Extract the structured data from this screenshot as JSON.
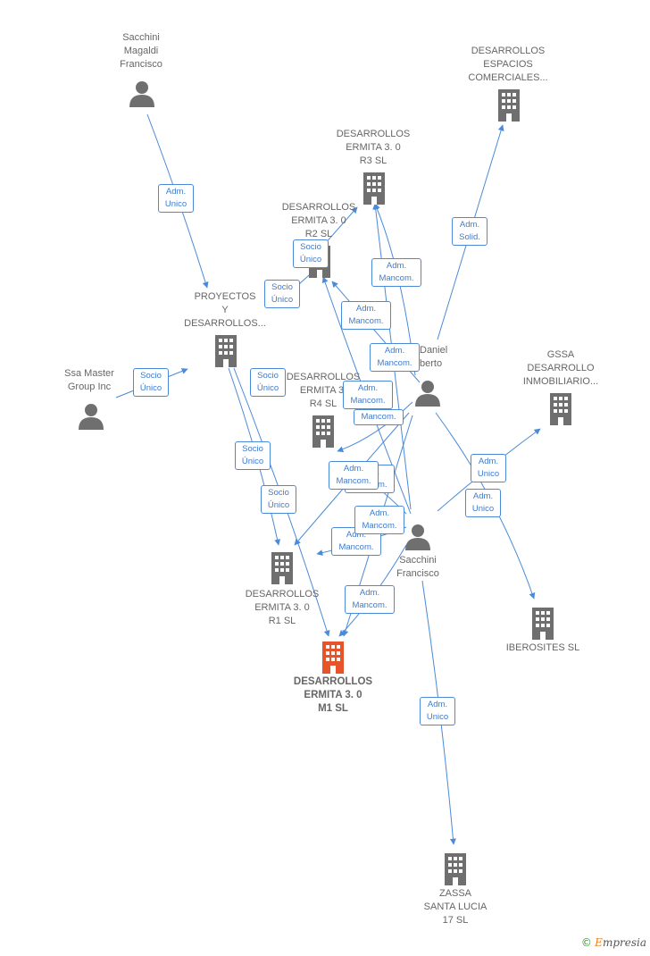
{
  "colors": {
    "edge": "#4a8ad8",
    "node": "#6f6f6f",
    "main_node": "#e8542a",
    "label_border": "#4a8ad8"
  },
  "nodes": {
    "sacchini_magaldi": {
      "label": "Sacchini\nMagaldi\nFrancisco",
      "icon": "person-icon"
    },
    "desarrollos_espacios": {
      "label": "DESARROLLOS\nESPACIOS\nCOMERCIALES...",
      "icon": "building-icon"
    },
    "r3": {
      "label": "DESARROLLOS\nERMITA 3. 0\nR3  SL",
      "icon": "building-icon"
    },
    "r2": {
      "label": "DESARROLLOS\nERMITA 3. 0\nR2  SL",
      "icon": "building-icon"
    },
    "proyectos": {
      "label": "PROYECTOS\nY\nDESARROLLOS...",
      "icon": "building-icon"
    },
    "daniel": {
      "label": "Daniel\nberto",
      "icon": "person-icon"
    },
    "ssa_master": {
      "label": "Ssa Master\nGroup Inc",
      "icon": "person-icon"
    },
    "r4": {
      "label": "DESARROLLOS\nERMITA 3.\nR4  SL",
      "icon": "building-icon"
    },
    "gssa": {
      "label": "GSSA\nDESARROLLO\nINMOBILIARIO...",
      "icon": "building-icon"
    },
    "sacchini_francisco": {
      "label": "Sacchini\nFrancisco",
      "icon": "person-icon"
    },
    "r1": {
      "label": "DESARROLLOS\nERMITA 3. 0\nR1  SL",
      "icon": "building-icon"
    },
    "iberosites": {
      "label": "IBEROSITES  SL",
      "icon": "building-icon"
    },
    "m1": {
      "label": "DESARROLLOS\nERMITA 3. 0\nM1  SL",
      "icon": "building-icon"
    },
    "zassa": {
      "label": "ZASSA\nSANTA LUCIA\n17  SL",
      "icon": "building-icon"
    }
  },
  "edge_labels": [
    "Adm.\nUnico",
    "Adm.\nSolid.",
    "Socio\nÚnico",
    "Socio\nÚnico",
    "Adm.\nMancom.",
    "Adm.\nMancom.",
    "Adm.\nMancom.",
    "Socio\nÚnico",
    "Socio\nÚnico",
    "Adm.\nMancom.",
    "Mancom.",
    "Socio\nÚnico",
    "Socio\nÚnico",
    "Adm.\nUnico",
    "Adm.\nUnico",
    "Adm.\nMancom.",
    "Adm.\nMancom.",
    "Adm.\nMancom.",
    "Adm.\nMancom.",
    "Adm.\nMancom.",
    "Adm.\nUnico"
  ],
  "footer": {
    "copyright": "©",
    "brand_initial": "E",
    "brand_rest": "mpresia"
  }
}
